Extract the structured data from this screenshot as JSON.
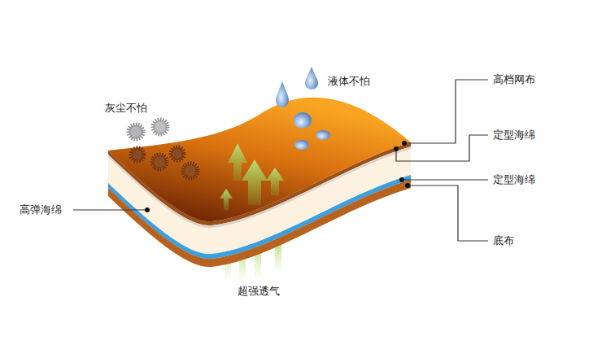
{
  "diagram": {
    "labels": [
      "液体不怕",
      "灰尘不怕",
      "高档网布",
      "定型海绵",
      "定型海绵",
      "高弹海绵",
      "底布",
      "超强透气"
    ]
  }
}
